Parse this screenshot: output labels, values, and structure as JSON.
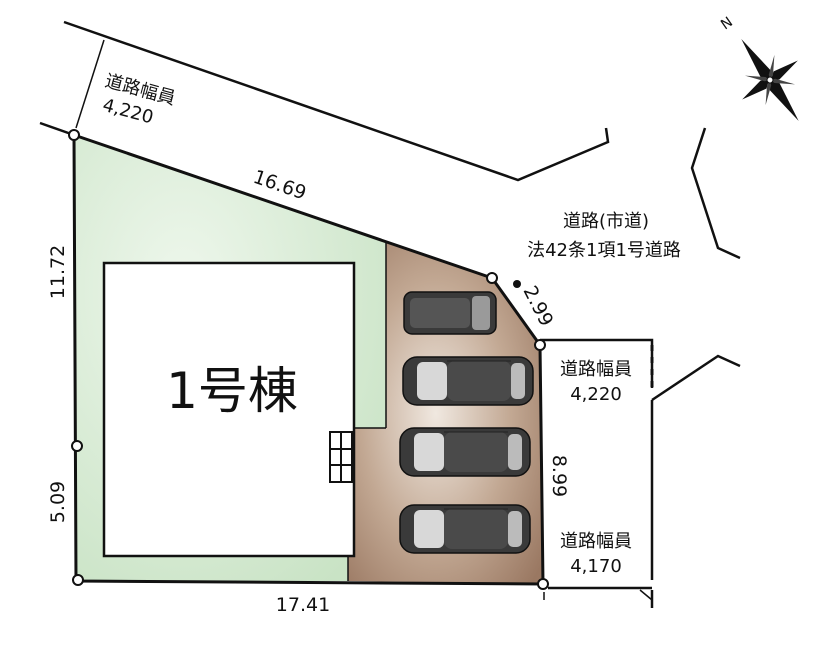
{
  "building": {
    "label": "1号棟"
  },
  "dimensions": {
    "north_edge": "16.69",
    "west_edge_upper": "11.72",
    "west_edge_lower": "5.09",
    "south_edge": "17.41",
    "corner_cut": "2.99",
    "east_edge": "8.99"
  },
  "road_north": {
    "label": "道路幅員",
    "width": "4,220"
  },
  "road_city": {
    "line1": "道路(市道)",
    "line2": "法42条1項1号道路"
  },
  "road_east": {
    "label": "道路幅員",
    "width": "4,220"
  },
  "road_southeast": {
    "label": "道路幅員",
    "width": "4,170"
  },
  "compass": {
    "label": "N"
  },
  "colors": {
    "yard": "#d6ead2",
    "parking": "#9a7862",
    "boundary": "#111111"
  }
}
